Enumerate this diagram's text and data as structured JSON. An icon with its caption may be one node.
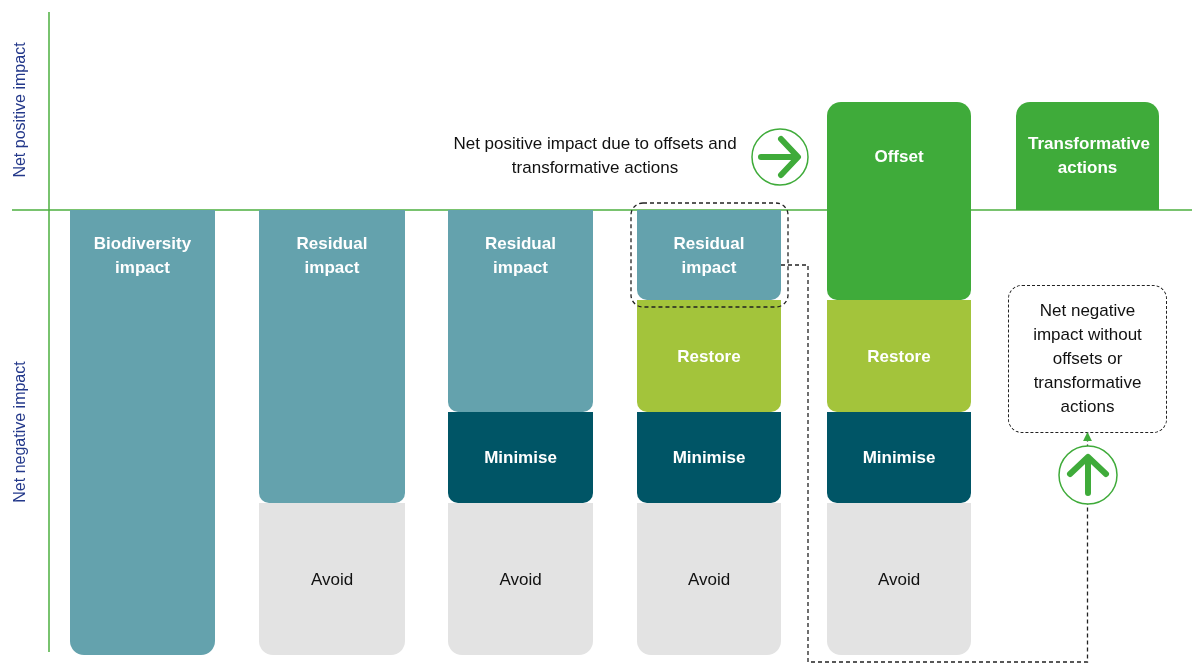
{
  "diagram": {
    "nodes": [
      {
        "text": [
          "Biodiversity impact"
        ]
      },
      {
        "text": [
          "Residual impact"
        ]
      },
      {
        "text": [
          "Avoid"
        ]
      },
      {
        "text": [
          "Residual impact"
        ]
      },
      {
        "text": [
          "Minimise"
        ]
      },
      {
        "text": [
          "Avoid"
        ]
      },
      {
        "text": [
          "Residual impact"
        ]
      },
      {
        "text": [
          "Restore"
        ]
      },
      {
        "text": [
          "Minimise"
        ]
      },
      {
        "text": [
          "Avoid"
        ]
      },
      {
        "text": [
          "Offset"
        ]
      },
      {
        "text": [
          "Restore"
        ]
      },
      {
        "text": [
          "Minimise"
        ]
      },
      {
        "text": [
          "Avoid"
        ]
      },
      {
        "text": [
          "Transformative actions"
        ]
      },
      {
        "text": [
          "Net positive impact due to offsets and transformative actions"
        ]
      },
      {
        "text": [
          "Net negative impact without offsets or transformative actions"
        ]
      }
    ],
    "edges": [
      {
        "from": 6,
        "to": 16,
        "arrow": "to",
        "style": "dashed"
      }
    ],
    "labels": [
      "Net positive impact",
      "Net negative impact"
    ]
  }
}
